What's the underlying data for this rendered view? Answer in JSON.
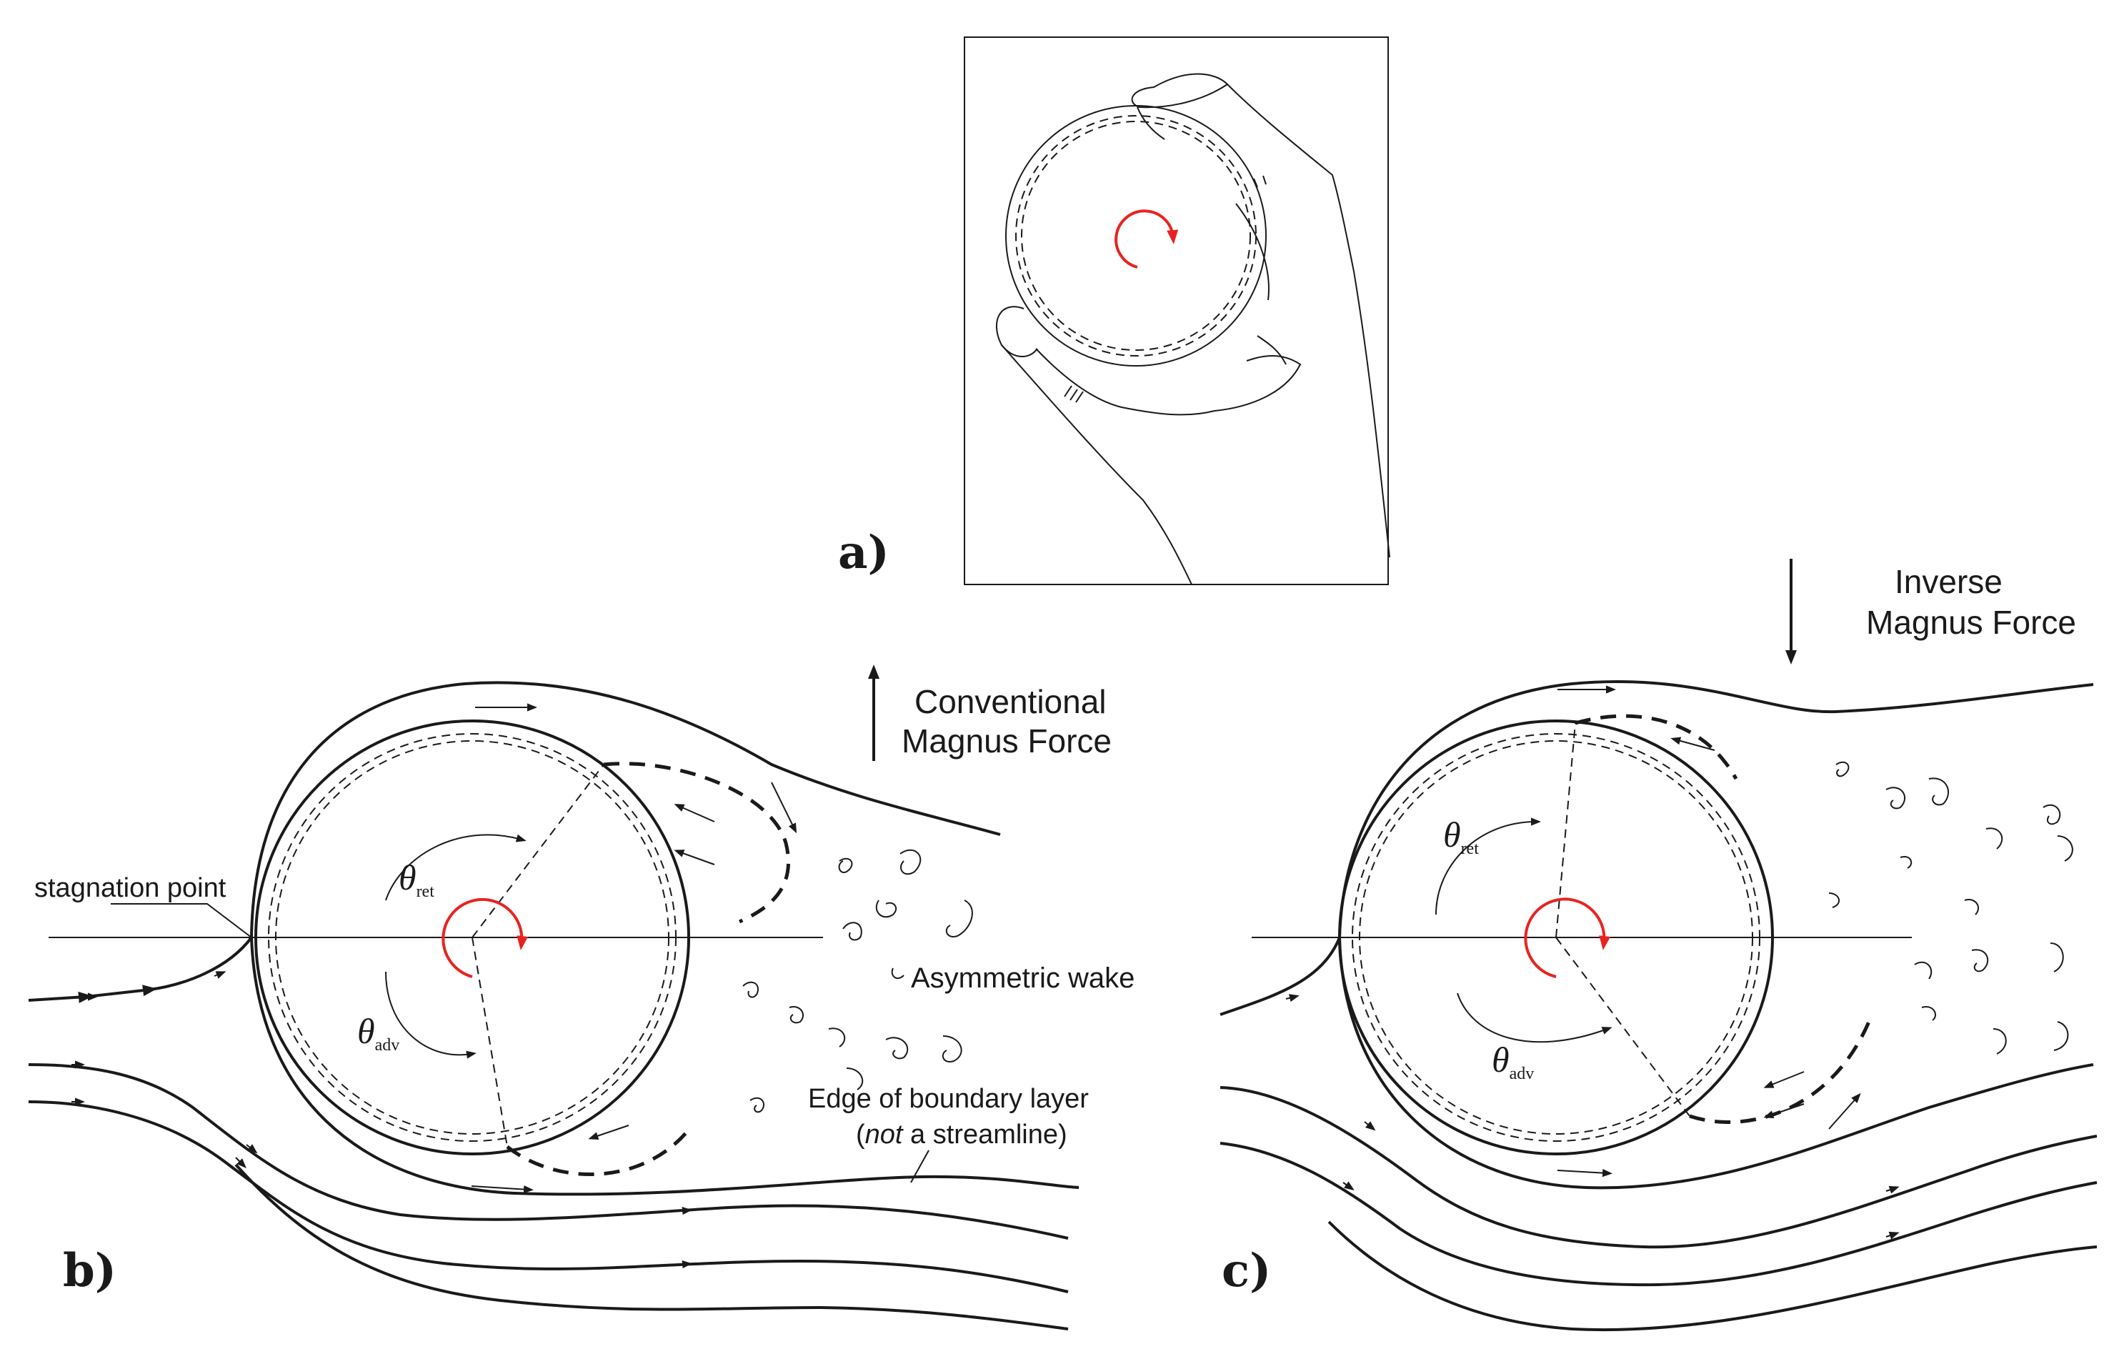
{
  "panels": {
    "a": {
      "label": "a)"
    },
    "b": {
      "label": "b)",
      "force_label_line1": "Conventional",
      "force_label_line2": "Magnus Force",
      "theta_ret_sub": "ret",
      "theta_adv_sub": "adv",
      "stagnation_label": "stagnation point",
      "wake_label": "Asymmetric wake",
      "boundary_line1": "Edge of boundary layer",
      "boundary_line2_open": "(",
      "boundary_line2_italic": "not",
      "boundary_line2_rest": " a streamline)"
    },
    "c": {
      "label": "c)",
      "force_label_line1": "Inverse",
      "force_label_line2": "Magnus Force",
      "theta_ret_sub": "ret",
      "theta_adv_sub": "adv"
    }
  },
  "symbols": {
    "theta": "θ"
  },
  "colors": {
    "line": "#1a1a1a",
    "spin_arrow": "#e8231f",
    "background": "#ffffff"
  }
}
